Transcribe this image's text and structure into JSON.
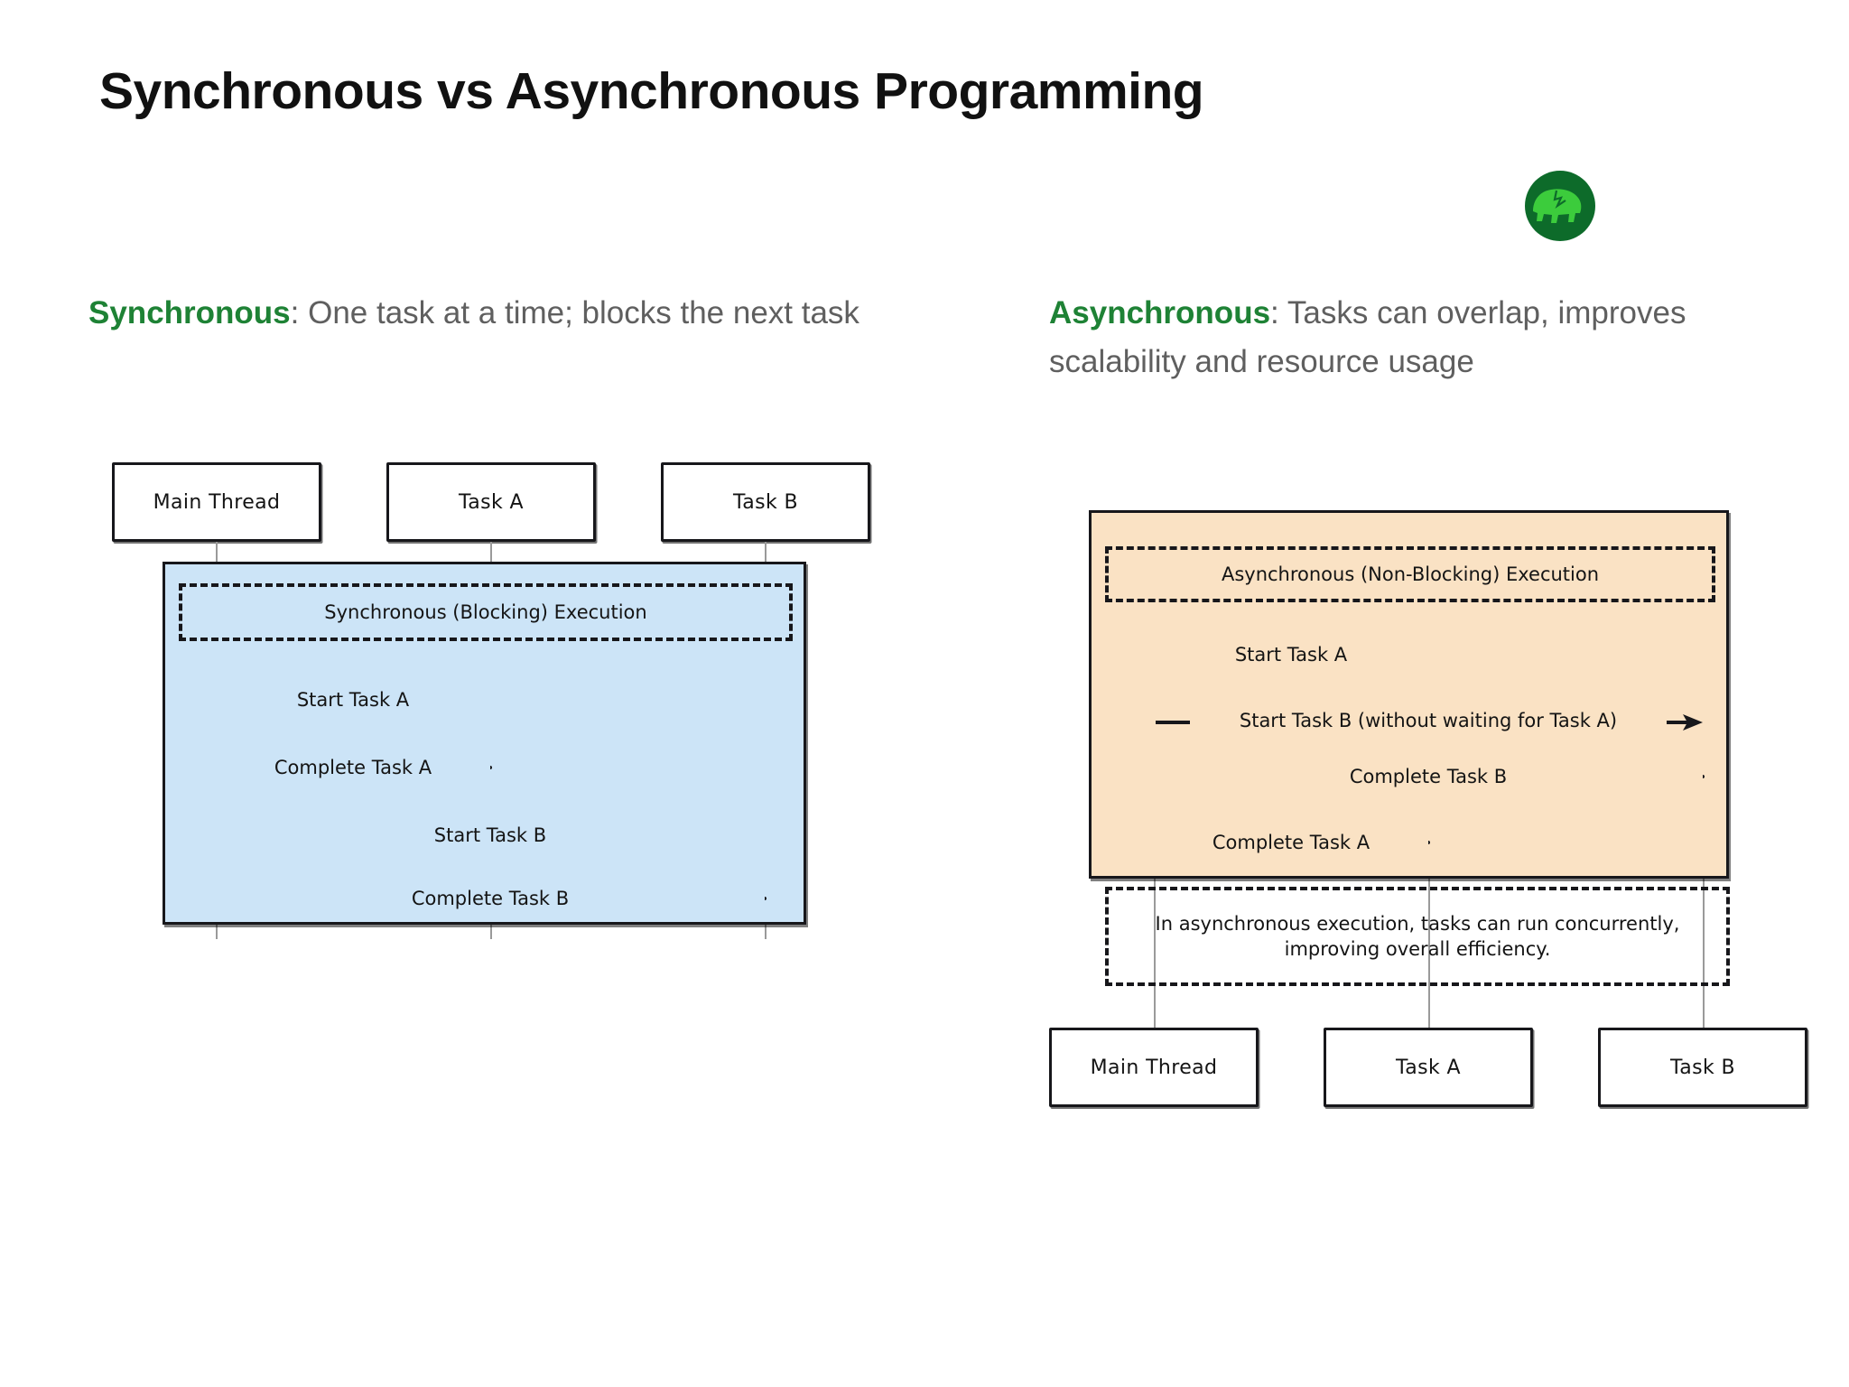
{
  "slide": {
    "title": "Synchronous vs Asynchronous Programming",
    "accent_green": "#1e8235",
    "body_gray": "#5f5f5f"
  },
  "logo": {
    "name": "green-elephant-logo",
    "circle_color": "#0d6b2a",
    "shape_color": "#3ccc3c"
  },
  "left_column": {
    "keyword": "Synchronous",
    "separator": ": ",
    "description": "One task at a time; blocks the next task",
    "diagram": {
      "fill_color": "#cce4f7",
      "actors": [
        {
          "label": "Main Thread"
        },
        {
          "label": "Task A"
        },
        {
          "label": "Task B"
        }
      ],
      "frame_label": "Synchronous (Blocking) Execution",
      "messages": [
        {
          "label": "Start Task A",
          "style": "solid",
          "from": "main",
          "to": "taskA",
          "direction": "right"
        },
        {
          "label": "Complete Task A",
          "style": "dashed",
          "from": "taskA",
          "to": "main",
          "direction": "left"
        },
        {
          "label": "Start Task B",
          "style": "solid",
          "from": "main",
          "to": "taskB",
          "direction": "right"
        },
        {
          "label": "Complete Task B",
          "style": "dashed",
          "from": "taskB",
          "to": "main",
          "direction": "left"
        }
      ]
    }
  },
  "right_column": {
    "keyword": "Asynchronous",
    "separator": ": ",
    "description": "Tasks can overlap, improves scalability and resource usage",
    "diagram": {
      "fill_color": "#fae2c4",
      "frame_label": "Asynchronous (Non-Blocking) Execution",
      "messages": [
        {
          "label": "Start Task A",
          "style": "solid",
          "from": "main",
          "to": "taskA",
          "direction": "right"
        },
        {
          "label": "Start Task B (without waiting for Task A)",
          "style": "solid",
          "from": "main",
          "to": "taskB",
          "direction": "right"
        },
        {
          "label": "Complete Task B",
          "style": "dashed",
          "from": "taskB",
          "to": "main",
          "direction": "left"
        },
        {
          "label": "Complete Task A",
          "style": "dashed",
          "from": "taskA",
          "to": "main",
          "direction": "left"
        }
      ],
      "note": "In asynchronous execution, tasks can run concurrently, improving overall efficiency.",
      "actors": [
        {
          "label": "Main Thread"
        },
        {
          "label": "Task A"
        },
        {
          "label": "Task B"
        }
      ]
    }
  }
}
